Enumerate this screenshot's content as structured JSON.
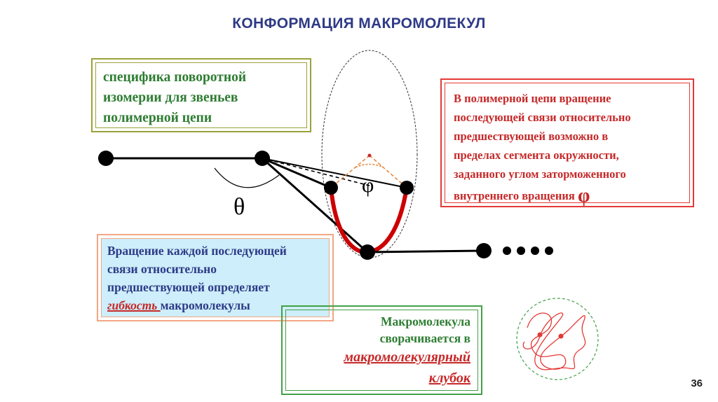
{
  "title": "КОНФОРМАЦИЯ МАКРОМОЛЕКУЛ",
  "box_specifics": {
    "line1": "специфика поворотной",
    "line2": "изомерии для звеньев",
    "line3": "полимерной цепи"
  },
  "box_rotation": {
    "line1": "В полимерной цепи вращение",
    "line2": "последующей связи относительно",
    "line3": "предшествующей возможно в",
    "line4": "пределах сегмента окружности,",
    "line5": "заданного углом заторможенного",
    "line6": "внутреннего вращения",
    "phi": "φ"
  },
  "box_flexibility": {
    "line1": "Вращение каждой последующей",
    "line2": "связи относительно",
    "line3": "предшествующей определяет",
    "emph": "гибкость ",
    "tail": "макромолекулы"
  },
  "box_coil": {
    "line1": "Макромолекула",
    "line2": "сворачивается в",
    "line3": "макромолекулярный",
    "line4": "клубок"
  },
  "diagram": {
    "theta": "θ",
    "phi": "φ",
    "colors": {
      "bond": "#000000",
      "arc": "#cc0000",
      "angle": "#e8853a",
      "coil": "#e53935",
      "circle": "#43a047"
    }
  },
  "page_number": "36"
}
